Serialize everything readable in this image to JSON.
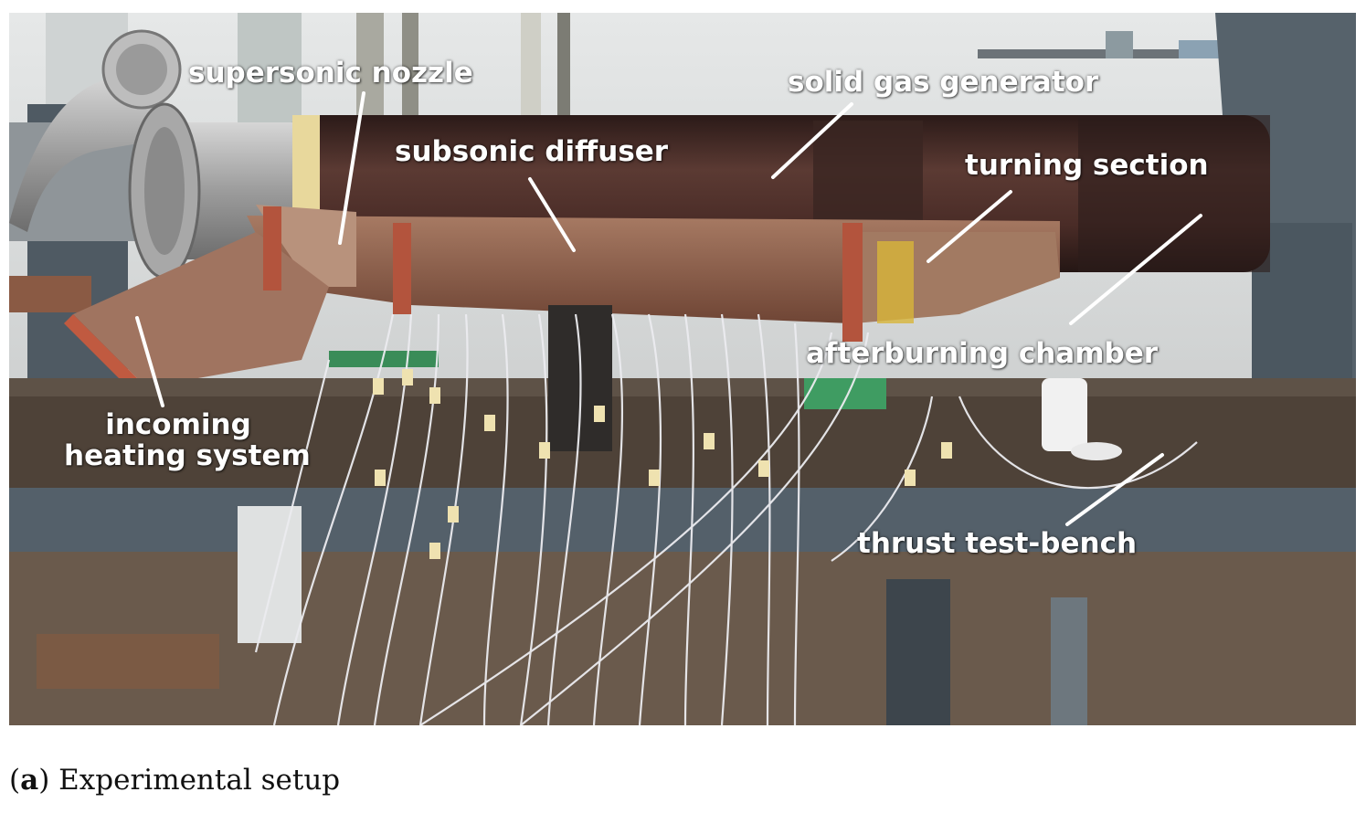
{
  "labels": {
    "supersonic_nozzle": "supersonic nozzle",
    "solid_gas_generator": "solid gas generator",
    "subsonic_diffuser": "subsonic diffuser",
    "turning_section": "turning section",
    "afterburning_chamber": "afterburning chamber",
    "incoming_heating_system_line1": "incoming",
    "incoming_heating_system_line2": "heating system",
    "thrust_test_bench": "thrust test-bench"
  },
  "caption": {
    "letter": "a",
    "text": "Experimental setup"
  },
  "colors": {
    "label_text": "#ffffff",
    "main_tube": "#4a2a24",
    "rusty_steel": "#8a5a44",
    "bench": "#4f5a63",
    "wires": "#e8e8ec"
  }
}
